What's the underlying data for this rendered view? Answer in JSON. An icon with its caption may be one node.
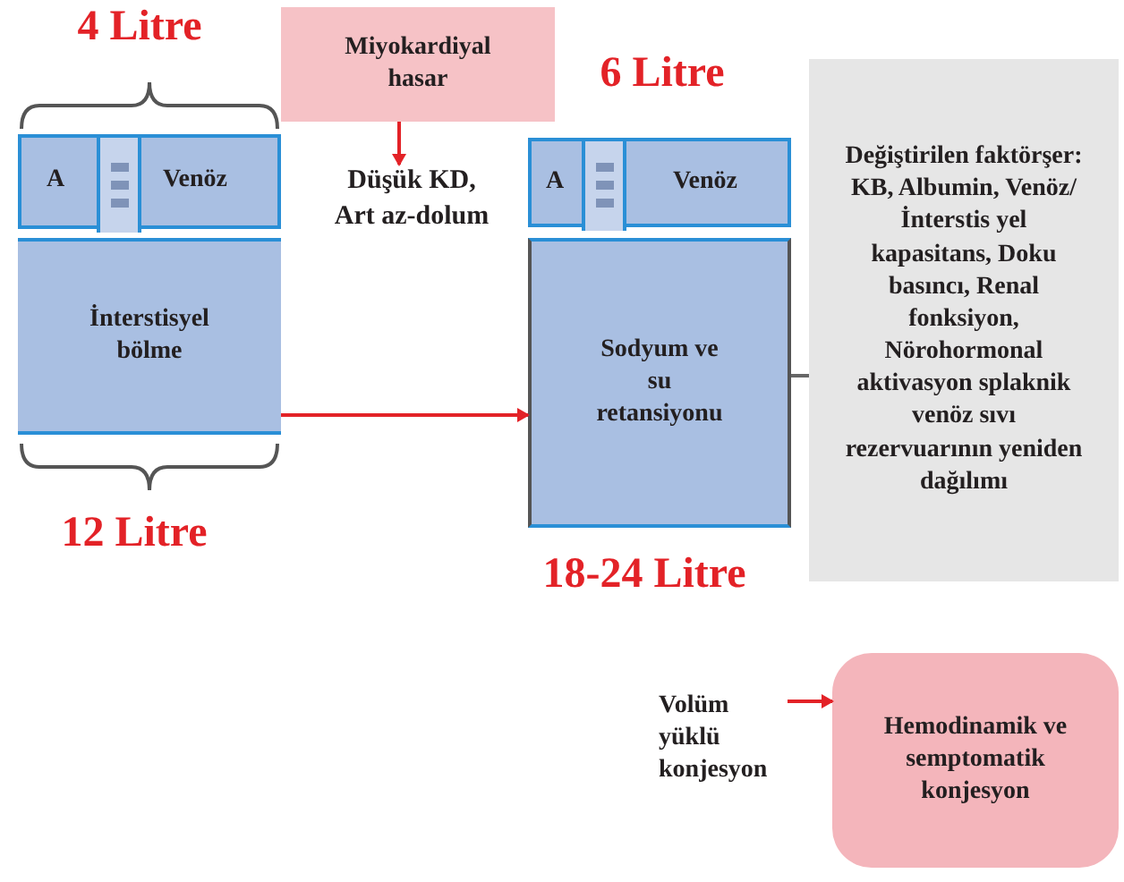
{
  "diagram": {
    "nodes": [
      {
        "text": [
          "A",
          "Venöz"
        ]
      },
      {
        "text": [],
        "shape": "box",
        "in": 0
      },
      {
        "text": [
          "İnterstisyel bölme"
        ]
      },
      {
        "text": [
          "Miyokardiyal hasar"
        ]
      },
      {
        "text": [
          "Düşük KD, Art az-dolum"
        ]
      },
      {
        "text": [
          "A",
          "Venöz"
        ]
      },
      {
        "text": [],
        "shape": "box",
        "in": 5
      },
      {
        "text": [
          "Sodyum ve su retansiyonu"
        ]
      },
      {
        "text": [
          "Değiştirilen faktörşer: KB, Albumin, Venöz/ İnterstis yel kapasitans, Doku basıncı, Renal fonksiyon, Nörohormonal aktivasyon splaknik venöz sıvı rezervuarının yeniden dağılımı"
        ]
      },
      {
        "text": [
          "Volüm yüklü konjesyon"
        ]
      },
      {
        "text": [
          "Hemodinamik ve semptomatik konjesyon"
        ]
      }
    ],
    "edges": [
      {
        "from": 3,
        "to": 4,
        "arrow": "to"
      },
      {
        "from": 2,
        "to": 7,
        "arrow": "to"
      },
      {
        "from": 7,
        "to": 8,
        "arrow": "none",
        "color": "#666666"
      },
      {
        "from": 9,
        "to": 10,
        "arrow": "to"
      }
    ],
    "labels": [
      "4 Litre",
      "6 Litre",
      "12 Litre",
      "18-24 Litre"
    ]
  }
}
